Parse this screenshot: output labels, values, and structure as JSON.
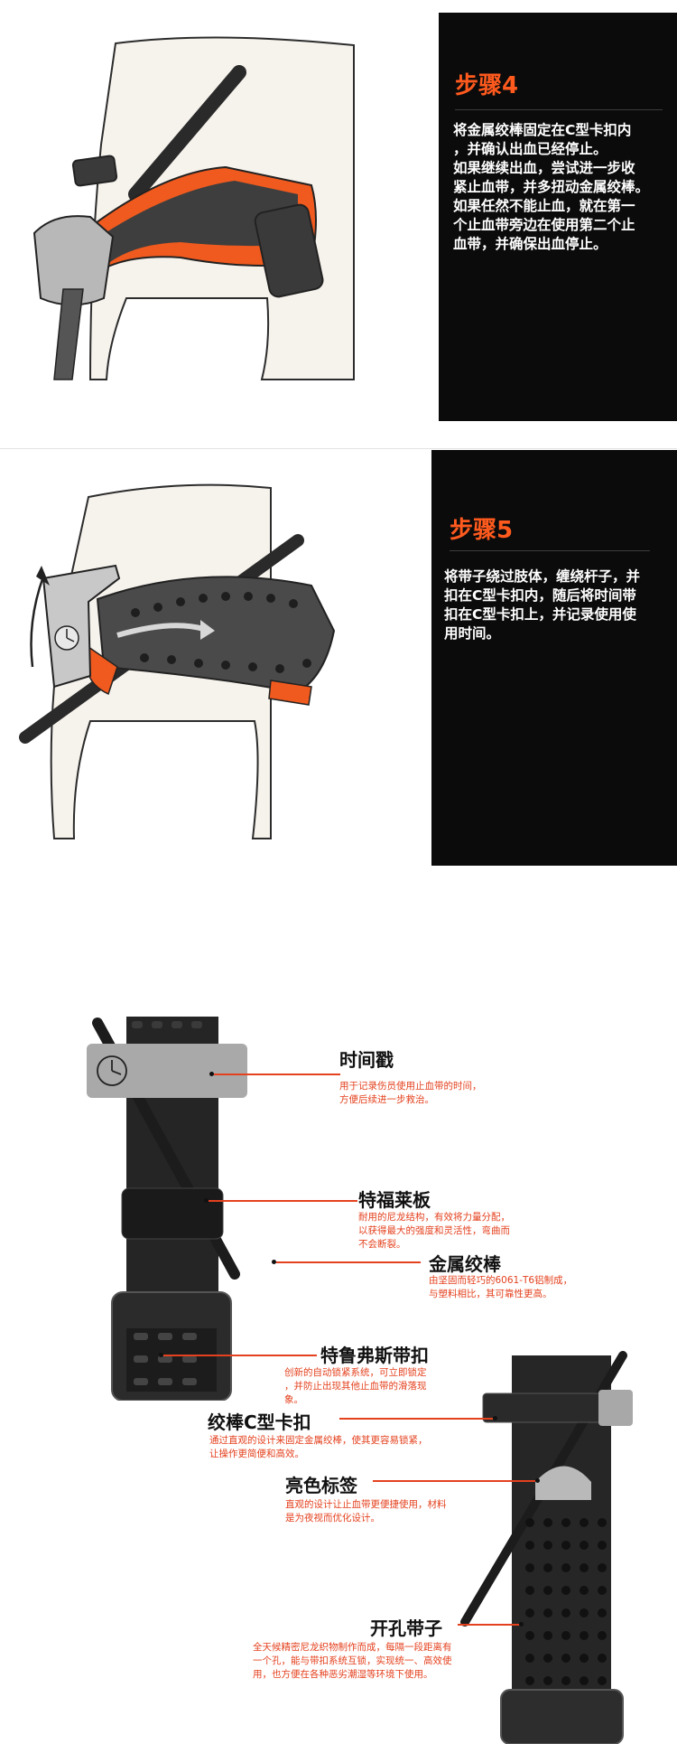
{
  "steps": [
    {
      "title": "步骤4",
      "lines": [
        "将金属绞棒固定在C型卡扣内",
        "，并确认出血已经停止。",
        "如果继续出血，尝试进一步收",
        "紧止血带，并多扭动金属绞棒。",
        "如果任然不能止血，就在第一",
        "个止血带旁边在使用第二个止",
        "血带，并确保出血停止。"
      ]
    },
    {
      "title": "步骤5",
      "lines": [
        "将带子绕过肢体，缠绕杆子，并",
        "扣在C型卡扣内，随后将时间带",
        "扣在C型卡扣上，并记录使用使",
        "用时间。"
      ]
    }
  ],
  "features": [
    {
      "title": "时间戳",
      "desc": [
        "用于记录伤员使用止血带的时间，",
        "方便后续进一步救治。"
      ]
    },
    {
      "title": "特福莱板",
      "desc": [
        "耐用的尼龙结构，有效将力量分配，",
        "以获得最大的强度和灵活性，弯曲而",
        "不会断裂。"
      ]
    },
    {
      "title": "金属绞棒",
      "desc": [
        "由坚固而轻巧的6061-T6铝制成，",
        "与塑料相比，其可靠性更高。"
      ]
    },
    {
      "title": "特鲁弗斯带扣",
      "desc": [
        "创新的自动锁紧系统，可立即锁定",
        "，并防止出现其他止血带的滑落现",
        "象。"
      ]
    },
    {
      "title": "绞棒C型卡扣",
      "desc": [
        "通过直观的设计来固定金属绞棒，使其更容易锁紧，",
        "让操作更简便和高效。"
      ]
    },
    {
      "title": "亮色标签",
      "desc": [
        "直观的设计让止血带更便捷使用，材料",
        "是为夜视而优化设计。"
      ]
    },
    {
      "title": "开孔带子",
      "desc": [
        "全天候精密尼龙织物制作而成，每隔一段距离有",
        "一个孔，能与带扣系统互锁，实现统一、高效使",
        "用，也方便在各种恶劣潮湿等环境下使用。"
      ]
    }
  ],
  "colors": {
    "accent": "#ff5a1e",
    "annotation": "#e4411e",
    "panel": "#0b0b0b",
    "strap": "#4a4a4a",
    "clip_orange": "#f0591d"
  },
  "icons": [
    "clock-icon",
    "arrow-icon"
  ]
}
